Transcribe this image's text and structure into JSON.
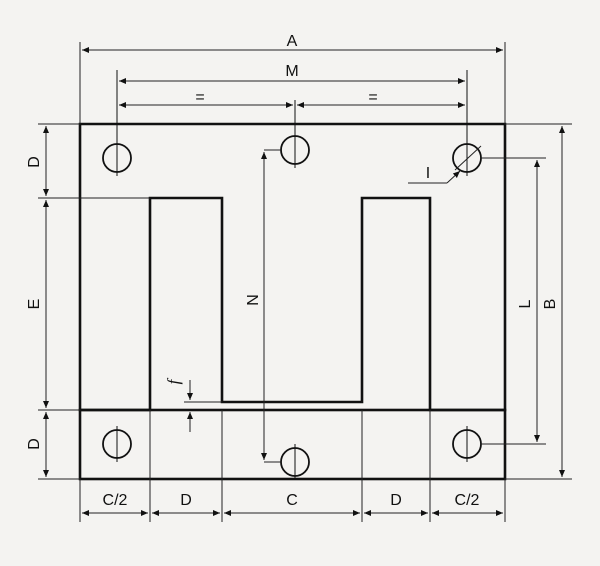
{
  "labels": {
    "A": "A",
    "M": "M",
    "eq_left": "=",
    "eq_right": "=",
    "N": "N",
    "I": "I",
    "L": "L",
    "B": "B",
    "D_top": "D",
    "E": "E",
    "D_bottom": "D",
    "f": "f",
    "C_half_left": "C/2",
    "D_left": "D",
    "C": "C",
    "D_right": "D",
    "C_half_right": "C/2"
  },
  "colors": {
    "line": "#111111",
    "paper": "#f4f3f1"
  }
}
